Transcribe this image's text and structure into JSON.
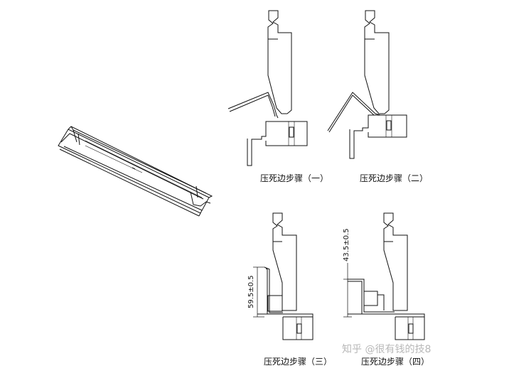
{
  "steps": [
    {
      "caption": "压死边步骤（一）"
    },
    {
      "caption": "压死边步骤（二）"
    },
    {
      "caption": "压死边步骤（三）",
      "dimension": "59.5±0.5"
    },
    {
      "caption": "压死边步骤（四）",
      "dimension": "43.5±0.5"
    }
  ],
  "watermark": "知乎 @很有钱的技8"
}
